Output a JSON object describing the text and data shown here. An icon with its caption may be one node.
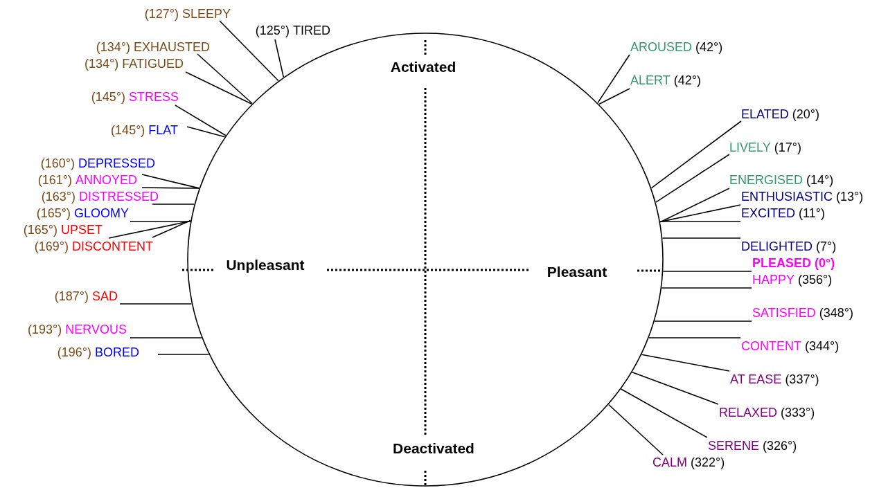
{
  "diagram": {
    "nodes": [
      {
        "text": [],
        "shape": "circle"
      },
      {
        "text": [
          "(127°)",
          "SLEEPY"
        ]
      },
      {
        "text": [
          "(125°)",
          "TIRED"
        ]
      },
      {
        "text": [
          "(134°)",
          "EXHAUSTED"
        ]
      },
      {
        "text": [
          "(134°)",
          "FATIGUED"
        ]
      },
      {
        "text": [
          "(145°)",
          "STRESS"
        ]
      },
      {
        "text": [
          "(145°)",
          "FLAT"
        ]
      },
      {
        "text": [
          "(160°)",
          "DEPRESSED"
        ]
      },
      {
        "text": [
          "(161°)",
          "ANNOYED"
        ]
      },
      {
        "text": [
          "(163°)",
          "DISTRESSED"
        ]
      },
      {
        "text": [
          "(165°)",
          "GLOOMY"
        ]
      },
      {
        "text": [
          "(165°)",
          "UPSET"
        ]
      },
      {
        "text": [
          "(169°)",
          "DISCONTENT"
        ]
      },
      {
        "text": [
          "(187°)",
          "SAD"
        ]
      },
      {
        "text": [
          "(193°)",
          "NERVOUS"
        ]
      },
      {
        "text": [
          "(196°)",
          "BORED"
        ]
      },
      {
        "text": [
          "AROUSED",
          "(42°)"
        ]
      },
      {
        "text": [
          "ALERT",
          "(42°)"
        ]
      },
      {
        "text": [
          "ELATED",
          "(20°)"
        ]
      },
      {
        "text": [
          "LIVELY",
          "(17°)"
        ]
      },
      {
        "text": [
          "ENERGISED",
          "(14°)"
        ]
      },
      {
        "text": [
          "ENTHUSIASTIC",
          "(13°)"
        ]
      },
      {
        "text": [
          "EXCITED",
          "(11°)"
        ]
      },
      {
        "text": [
          "DELIGHTED",
          "(7°)"
        ]
      },
      {
        "text": [
          "PLEASED",
          "(0°)"
        ]
      },
      {
        "text": [
          "HAPPY",
          "(356°)"
        ]
      },
      {
        "text": [
          "SATISFIED",
          "(348°)"
        ]
      },
      {
        "text": [
          "CONTENT",
          "(344°)"
        ]
      },
      {
        "text": [
          "AT EASE",
          "(337°)"
        ]
      },
      {
        "text": [
          "RELAXED",
          "(333°)"
        ]
      },
      {
        "text": [
          "SERENE",
          "(326°)"
        ]
      },
      {
        "text": [
          "CALM",
          "(322°)"
        ]
      }
    ],
    "edges": [
      {
        "from": 1,
        "to": 0,
        "arrow": "none"
      },
      {
        "from": 2,
        "to": 0,
        "arrow": "none"
      },
      {
        "from": 3,
        "to": 0,
        "arrow": "none"
      },
      {
        "from": 4,
        "to": 0,
        "arrow": "none"
      },
      {
        "from": 5,
        "to": 0,
        "arrow": "none"
      },
      {
        "from": 6,
        "to": 0,
        "arrow": "none"
      },
      {
        "from": 7,
        "to": 0,
        "arrow": "none"
      },
      {
        "from": 8,
        "to": 0,
        "arrow": "none"
      },
      {
        "from": 9,
        "to": 0,
        "arrow": "none"
      },
      {
        "from": 10,
        "to": 0,
        "arrow": "none"
      },
      {
        "from": 11,
        "to": 0,
        "arrow": "none"
      },
      {
        "from": 12,
        "to": 0,
        "arrow": "none"
      },
      {
        "from": 13,
        "to": 0,
        "arrow": "none"
      },
      {
        "from": 14,
        "to": 0,
        "arrow": "none"
      },
      {
        "from": 15,
        "to": 0,
        "arrow": "none"
      },
      {
        "from": 16,
        "to": 0,
        "arrow": "none"
      },
      {
        "from": 17,
        "to": 0,
        "arrow": "none"
      },
      {
        "from": 18,
        "to": 0,
        "arrow": "none"
      },
      {
        "from": 19,
        "to": 0,
        "arrow": "none"
      },
      {
        "from": 20,
        "to": 0,
        "arrow": "none"
      },
      {
        "from": 21,
        "to": 0,
        "arrow": "none"
      },
      {
        "from": 22,
        "to": 0,
        "arrow": "none"
      },
      {
        "from": 23,
        "to": 0,
        "arrow": "none"
      },
      {
        "from": 24,
        "to": 0,
        "arrow": "none"
      },
      {
        "from": 25,
        "to": 0,
        "arrow": "none"
      },
      {
        "from": 26,
        "to": 0,
        "arrow": "none"
      },
      {
        "from": 27,
        "to": 0,
        "arrow": "none"
      },
      {
        "from": 28,
        "to": 0,
        "arrow": "none"
      },
      {
        "from": 29,
        "to": 0,
        "arrow": "none"
      },
      {
        "from": 30,
        "to": 0,
        "arrow": "none"
      },
      {
        "from": 31,
        "to": 0,
        "arrow": "none"
      }
    ],
    "labels": [
      "Activated",
      "Unpleasant",
      "Pleasant",
      "Deactivated"
    ]
  }
}
